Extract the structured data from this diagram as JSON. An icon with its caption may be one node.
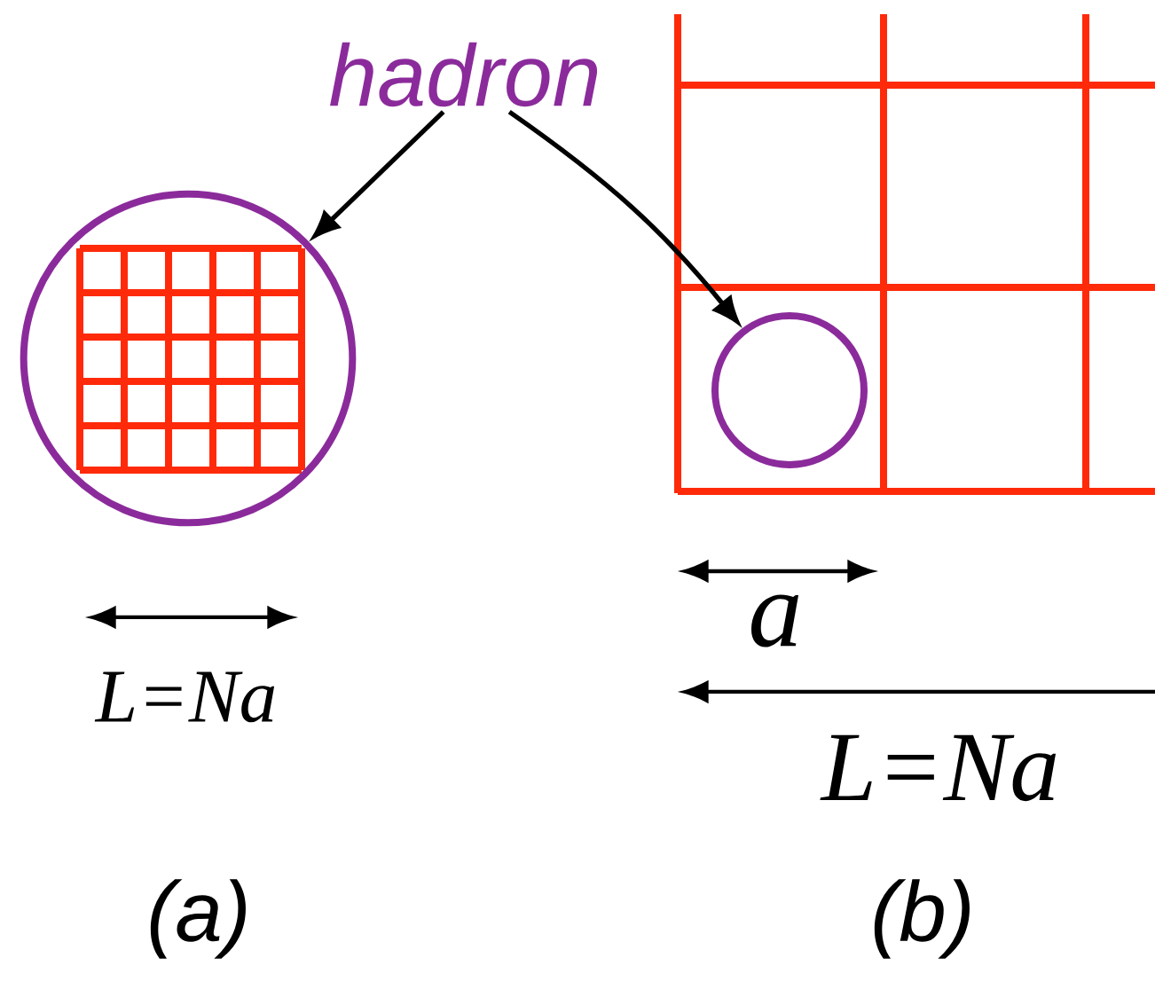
{
  "diagram": {
    "nodes": [
      {
        "text": [
          "hadron"
        ]
      },
      {
        "text": [],
        "shape": "circle"
      },
      {
        "text": [],
        "shape": "circle"
      }
    ],
    "edges": [
      {
        "from": 0,
        "to": 1,
        "arrow": "to"
      },
      {
        "from": 0,
        "to": 2,
        "arrow": "to"
      }
    ],
    "labels": [
      "L=Na",
      "a",
      "L=Na",
      "(a)",
      "(b)"
    ]
  }
}
